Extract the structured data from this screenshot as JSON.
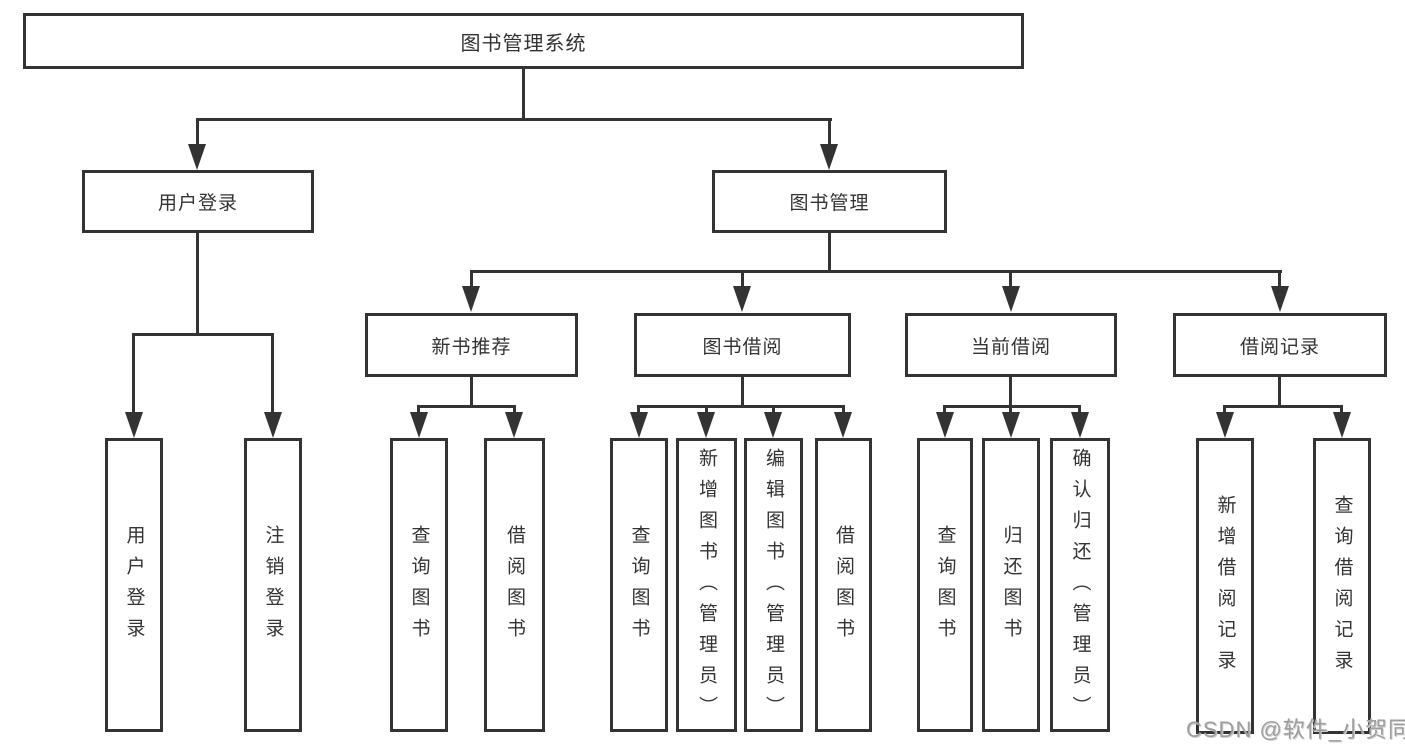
{
  "diagram": {
    "type": "hierarchy-tree",
    "root": {
      "label": "图书管理系统"
    },
    "branches": [
      {
        "label": "用户登录",
        "children": [
          {
            "label": "用户登录"
          },
          {
            "label": "注销登录"
          }
        ]
      },
      {
        "label": "图书管理",
        "children": [
          {
            "label": "新书推荐",
            "children": [
              {
                "label": "查询图书"
              },
              {
                "label": "借阅图书"
              }
            ]
          },
          {
            "label": "图书借阅",
            "children": [
              {
                "label": "查询图书"
              },
              {
                "label": "新增图书（管理员）"
              },
              {
                "label": "编辑图书（管理员）"
              },
              {
                "label": "借阅图书"
              }
            ]
          },
          {
            "label": "当前借阅",
            "children": [
              {
                "label": "查询图书"
              },
              {
                "label": "归还图书"
              },
              {
                "label": "确认归还（管理员）"
              }
            ]
          },
          {
            "label": "借阅记录",
            "children": [
              {
                "label": "新增借阅记录"
              },
              {
                "label": "查询借阅记录"
              }
            ]
          }
        ]
      }
    ]
  },
  "watermark": {
    "text": "CSDN @软件_小贺同学"
  },
  "colors": {
    "line": "#333333",
    "text": "#333333",
    "box-bg": "#ffffff",
    "background": "#ffffff",
    "watermark": "#9e9e9e"
  }
}
